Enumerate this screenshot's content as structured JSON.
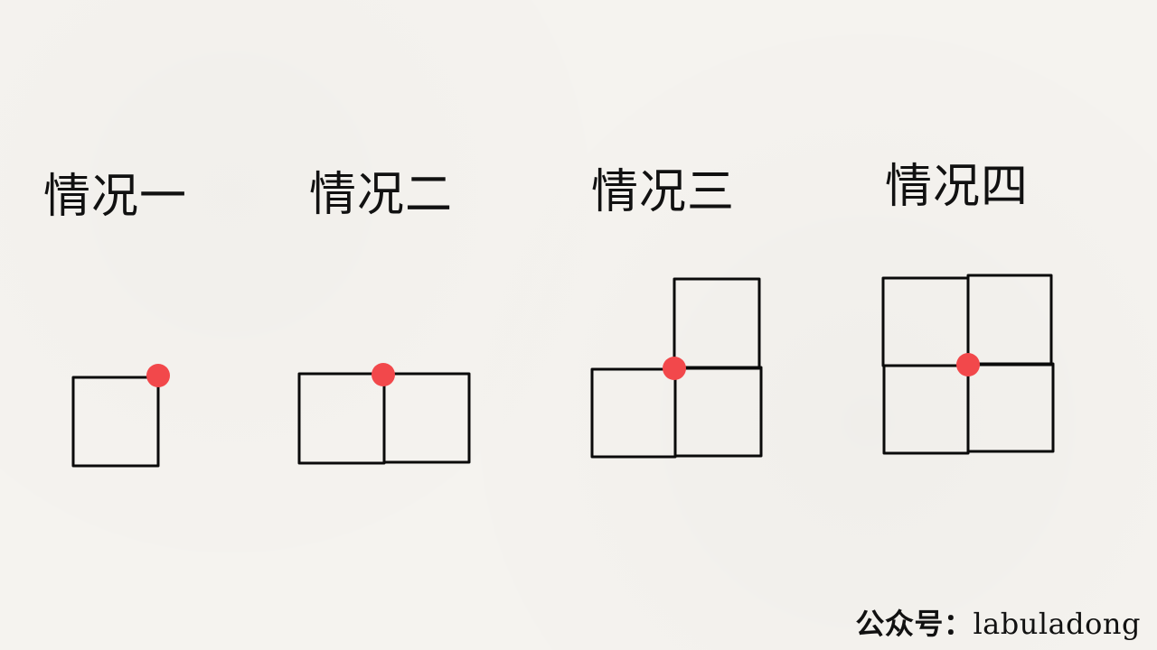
{
  "colors": {
    "background": "#f5f3ef",
    "stroke": "#0a0a0a",
    "dot": "#f2484b"
  },
  "cases": [
    {
      "title": "情况一",
      "cells": 1
    },
    {
      "title": "情况二",
      "cells": 2
    },
    {
      "title": "情况三",
      "cells": 3
    },
    {
      "title": "情况四",
      "cells": 4
    }
  ],
  "watermark": {
    "prefix": "公众号：",
    "name": "labuladong"
  }
}
